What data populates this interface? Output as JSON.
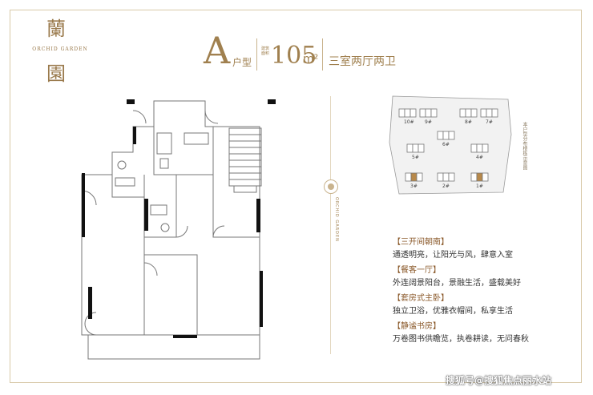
{
  "brand": {
    "char_top": "蘭",
    "char_bottom": "園",
    "english": "ORCHID GARDEN"
  },
  "header": {
    "letter": "A",
    "type_label": "户型",
    "area_label": "建筑面积",
    "area": "105",
    "unit": "m²",
    "rooms": "三室两厅两卫"
  },
  "stamp": {
    "text": "ORCHID GARDEN"
  },
  "siteplan": {
    "buildings": [
      "10#",
      "9#",
      "8#",
      "7#",
      "6#",
      "5#",
      "4#",
      "3#",
      "2#",
      "1#"
    ],
    "highlight": [
      "3#",
      "1#"
    ],
    "note": "本户型分布楼栋示意图"
  },
  "features": [
    {
      "title": "【三开间朝南】",
      "desc": "通透明亮，让阳光与风，肆意入室"
    },
    {
      "title": "【餐客一厅】",
      "desc": "外连阔景阳台，景融生活，盛载美好"
    },
    {
      "title": "【套房式主卧】",
      "desc": "独立卫浴，优雅衣帽间，私享生活"
    },
    {
      "title": "【静谧书房】",
      "desc": "万卷图书供瞻览，执卷耕读，无问春秋"
    }
  ],
  "watermark": "搜狐号@搜狐焦点丽水站",
  "colors": {
    "gold": "#a0804f",
    "title_brown": "#8b5a2b",
    "highlight": "#b8894a"
  }
}
